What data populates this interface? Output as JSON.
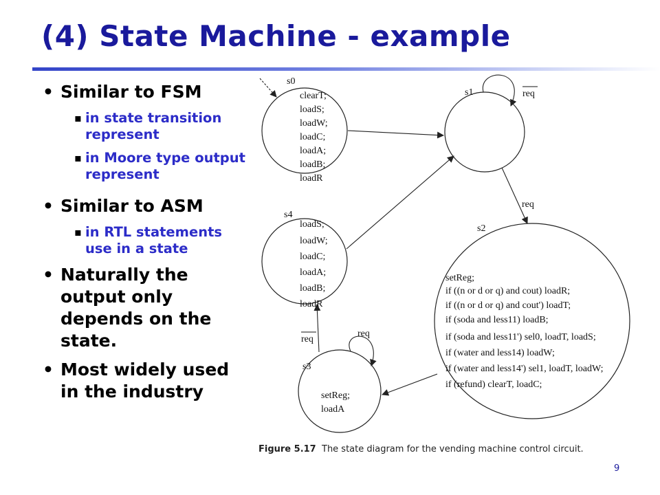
{
  "slide": {
    "title": "(4) State Machine - example",
    "page_number": "9"
  },
  "bullets": [
    {
      "text": "Similar to FSM",
      "subs": [
        "in state transition represent",
        "in Moore type output represent"
      ]
    },
    {
      "text": "Similar to ASM",
      "subs": [
        "in RTL statements use in a state"
      ]
    },
    {
      "text": "Naturally the output only depends on the state."
    },
    {
      "text": "Most widely used in the industry"
    }
  ],
  "figure": {
    "caption_label": "Figure 5.17",
    "caption_text": "The state diagram for the vending machine control circuit.",
    "states": {
      "s0": {
        "name": "s0",
        "outputs": [
          "clearT;",
          "loadS;",
          "loadW;",
          "loadC;",
          "loadA;",
          "loadB;",
          "loadR"
        ]
      },
      "s1": {
        "name": "s1"
      },
      "s2": {
        "name": "s2",
        "outputs": [
          "setReg;",
          "if ((n or d or q) and cout) loadR;",
          "if ((n or d or q) and cout') loadT;",
          "if (soda and less11) loadB;",
          "if (soda and less11') sel0, loadT, loadS;",
          "if (water and less14) loadW;",
          "if (water and less14') sel1, loadT, loadW;",
          "if (refund) clearT, loadC;"
        ]
      },
      "s3": {
        "name": "s3",
        "outputs": [
          "setReg;",
          "loadA"
        ]
      },
      "s4": {
        "name": "s4",
        "outputs": [
          "loadS;",
          "loadW;",
          "loadC;",
          "loadA;",
          "loadB;",
          "loadR"
        ]
      }
    },
    "transitions": {
      "s1_self": "req",
      "s1_to_s2": "req",
      "s3_self": "req",
      "s3_to_s4": "req"
    }
  }
}
